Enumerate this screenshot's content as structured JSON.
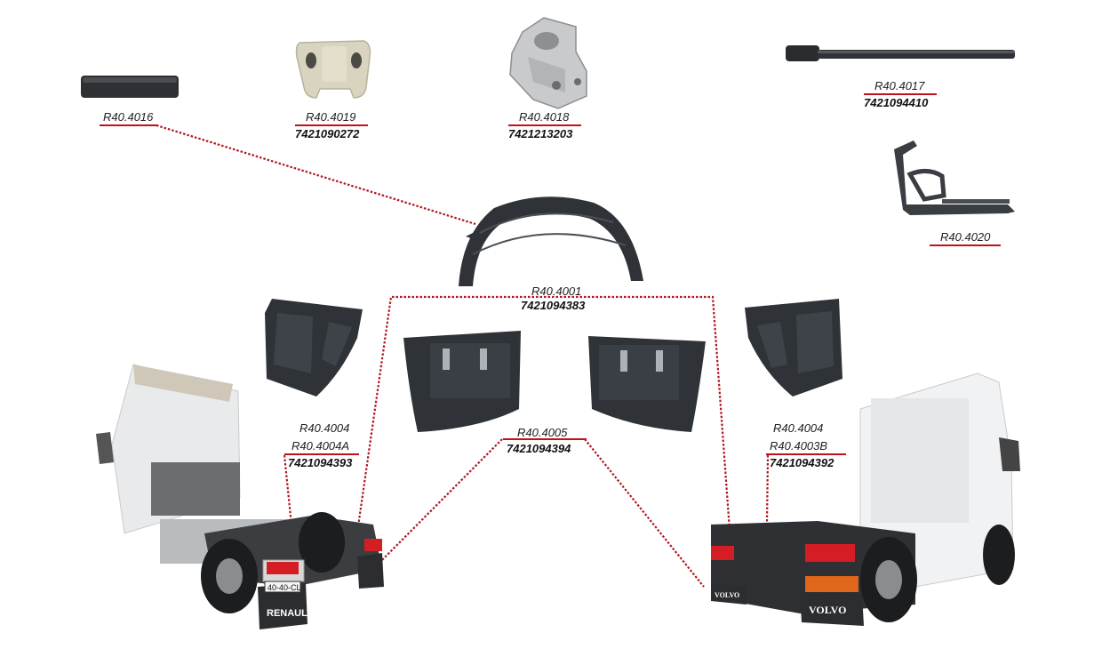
{
  "colors": {
    "leader": "#b01820",
    "underline": "#c0121c",
    "part": "#2f3338",
    "part_light": "#d7d2bf",
    "metal": "#c9cacc"
  },
  "parts": {
    "p4016": {
      "ref": "R40.4016"
    },
    "p4019": {
      "ref": "R40.4019",
      "oem": "7421090272"
    },
    "p4018": {
      "ref": "R40.4018",
      "oem": "7421213203"
    },
    "p4017": {
      "ref": "R40.4017",
      "oem": "7421094410"
    },
    "p4020": {
      "ref": "R40.4020"
    },
    "p4001": {
      "ref": "R40.4001",
      "oem": "7421094383"
    },
    "p4004_left": {
      "ref": "R40.4004",
      "ref2": "R40.4004A",
      "oem": "7421094393"
    },
    "p4005": {
      "ref": "R40.4005",
      "oem": "7421094394"
    },
    "p4004_right": {
      "ref": "R40.4004",
      "ref2": "R40.4003B",
      "oem": "7421094392"
    }
  },
  "trucks": {
    "left": {
      "brand": "RENAULT",
      "plate": "40-40-CL"
    },
    "right": {
      "brand": "VOLVO",
      "plate": "VOLVO"
    }
  },
  "icons": [
    "bumper-rubber-icon",
    "mount-bracket-icon",
    "metal-bracket-icon",
    "rod-icon",
    "hook-bracket-icon",
    "mudguard-icon",
    "splash-flap-icon"
  ]
}
